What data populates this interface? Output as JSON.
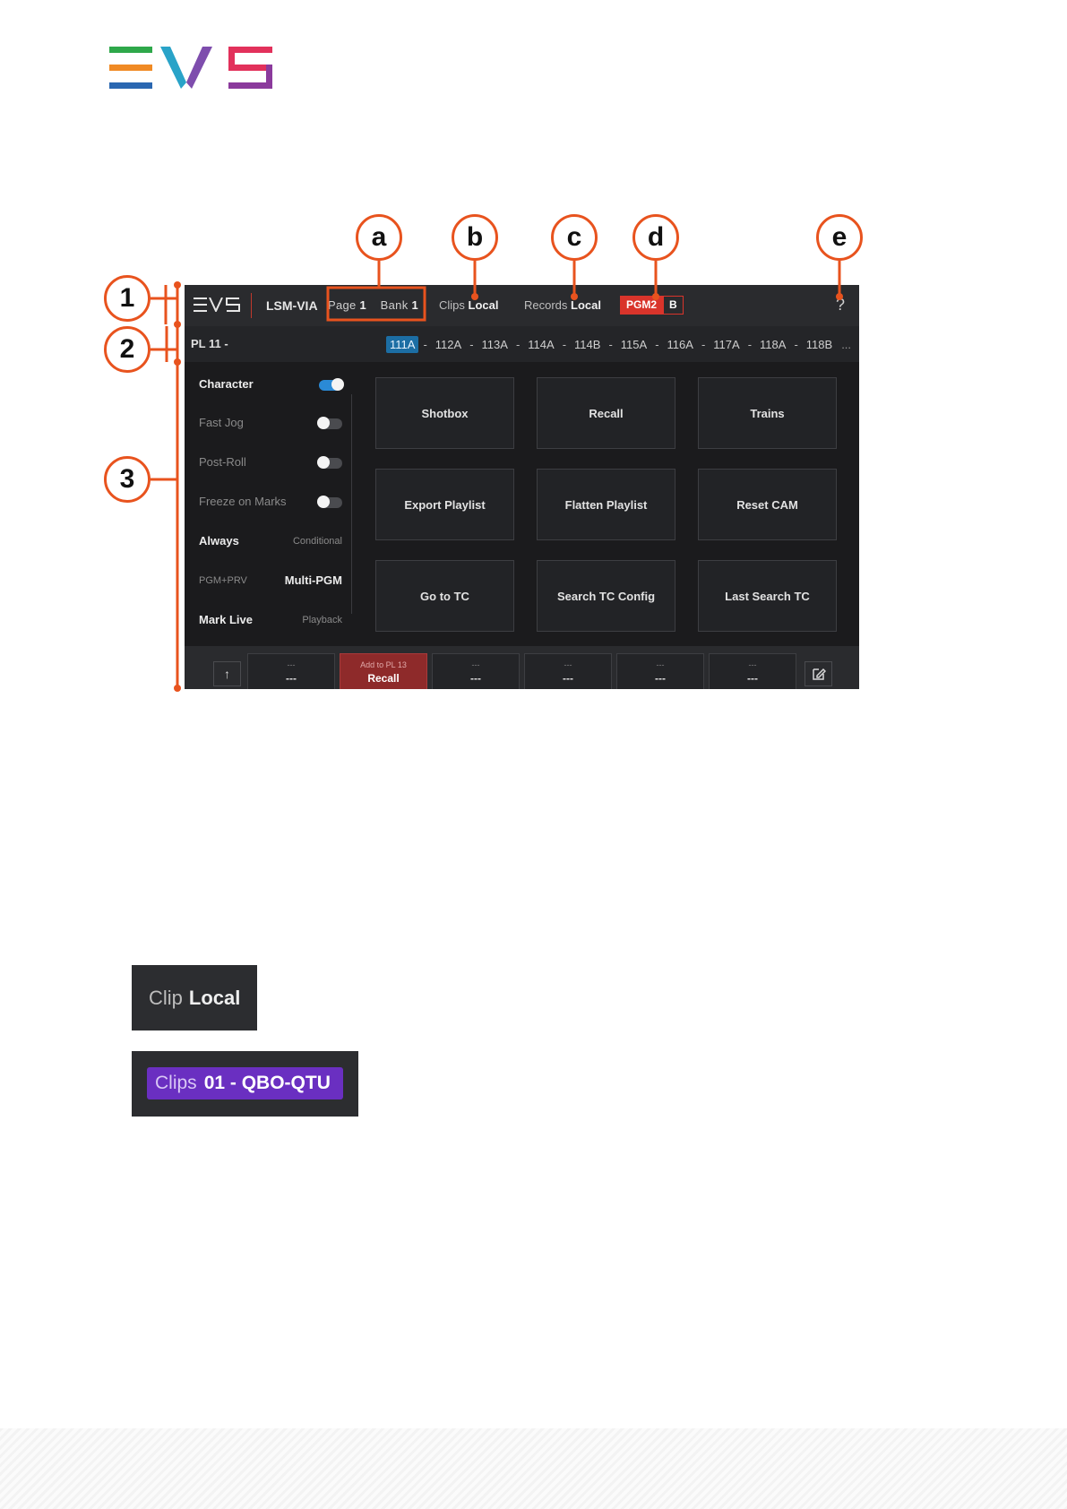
{
  "brand": {
    "logo": "EVS"
  },
  "callouts": {
    "letters": [
      "a",
      "b",
      "c",
      "d",
      "e"
    ],
    "numbers": [
      "1",
      "2",
      "3"
    ]
  },
  "topbar": {
    "logo": "EVS",
    "app_name": "LSM-VIA",
    "page_label": "Page",
    "page_value": "1",
    "bank_label": "Bank",
    "bank_value": "1",
    "clips_label": "Clips",
    "clips_value": "Local",
    "records_label": "Records",
    "records_value": "Local",
    "pgm_label": "PGM2",
    "pgm_sub": "B",
    "help": "?"
  },
  "playlist_bar": {
    "name": "PL 11 -",
    "items": [
      "111A",
      "112A",
      "113A",
      "114A",
      "114B",
      "115A",
      "116A",
      "117A",
      "118A",
      "118B"
    ],
    "active_index": 0,
    "separator": "-",
    "more": "..."
  },
  "left_panel": {
    "toggles": [
      {
        "label": "Character",
        "state": "on"
      },
      {
        "label": "Fast Jog",
        "state": "off"
      },
      {
        "label": "Post-Roll",
        "state": "off"
      },
      {
        "label": "Freeze on Marks",
        "state": "off"
      }
    ],
    "choices": [
      {
        "a": "Always",
        "b": "Conditional",
        "selected": "a"
      },
      {
        "a": "PGM+PRV",
        "b": "Multi-PGM",
        "selected": "b"
      },
      {
        "a": "Mark Live",
        "b": "Playback",
        "selected": "a"
      }
    ]
  },
  "buttons": [
    "Shotbox",
    "Recall",
    "Trains",
    "Export Playlist",
    "Flatten Playlist",
    "Reset CAM",
    "Go to TC",
    "Search TC Config",
    "Last Search TC"
  ],
  "bottom_bar": {
    "up_icon": "↑",
    "slots": [
      {
        "top": "---",
        "main": "---"
      },
      {
        "top": "Add to PL 13",
        "main": "Recall",
        "highlight": true
      },
      {
        "top": "---",
        "main": "---"
      },
      {
        "top": "---",
        "main": "---"
      },
      {
        "top": "---",
        "main": "---"
      },
      {
        "top": "---",
        "main": "---"
      }
    ]
  },
  "samples": {
    "local": {
      "label": "Clip",
      "value": "Local"
    },
    "remote": {
      "label": "Clips",
      "value": "01 - QBO-QTU"
    }
  },
  "colors": {
    "annotation": "#e8531e",
    "pgm_red": "#d9342b",
    "active_blue": "#1c6ea4",
    "purple": "#6a2fc1"
  }
}
